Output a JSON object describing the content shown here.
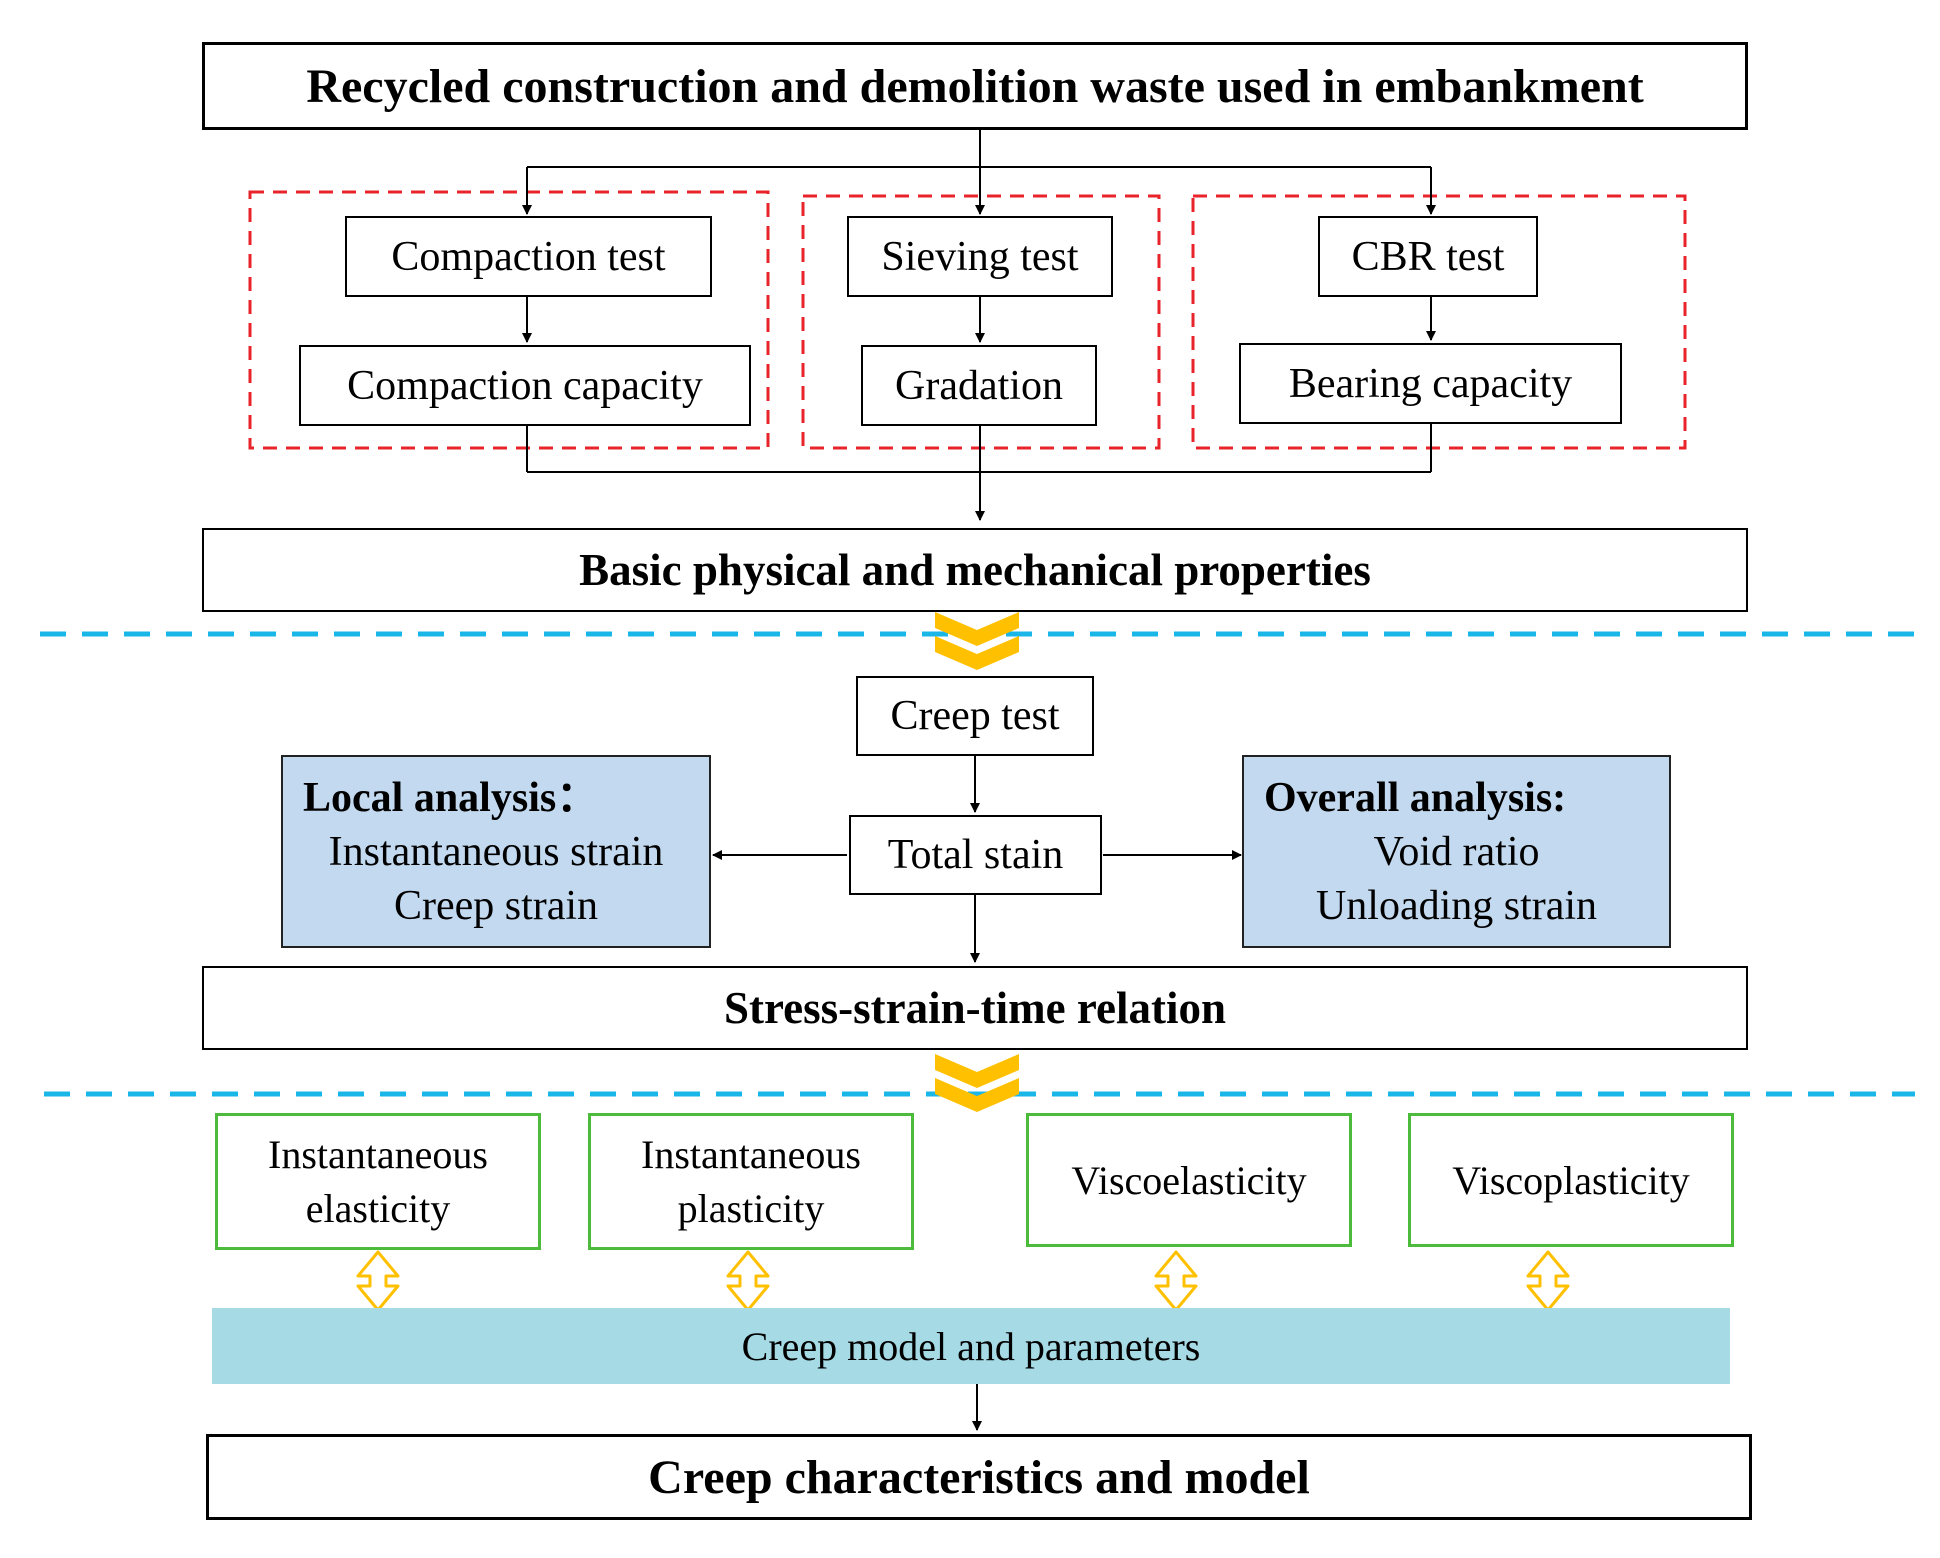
{
  "title": "Recycled construction and demolition waste used in embankment",
  "tests": [
    {
      "test": "Compaction test",
      "result": "Compaction capacity"
    },
    {
      "test": "Sieving test",
      "result": "Gradation"
    },
    {
      "test": "CBR test",
      "result": "Bearing capacity"
    }
  ],
  "basic": "Basic physical and mechanical properties",
  "creep_test": "Creep test",
  "total_strain": "Total stain",
  "local": {
    "heading": "Local analysis：",
    "items": [
      "Instantaneous strain",
      "Creep strain"
    ]
  },
  "overall": {
    "heading": "Overall analysis:",
    "items": [
      "Void ratio",
      "Unloading strain"
    ]
  },
  "relation": "Stress-strain-time relation",
  "components": [
    {
      "line1": "Instantaneous",
      "line2": "elasticity"
    },
    {
      "line1": "Instantaneous",
      "line2": "plasticity"
    },
    {
      "line1": "Viscoelasticity"
    },
    {
      "line1": "Viscoplasticity"
    }
  ],
  "model_params": "Creep model and parameters",
  "final": "Creep characteristics and model",
  "colors": {
    "dashed_red": "#e8232a",
    "dashed_blue": "#1ab6e8",
    "chevron": "#ffc000",
    "analysis_fill": "#c3d9ef",
    "model_fill": "#a6dbe6",
    "component_border": "#4cbb3b"
  }
}
